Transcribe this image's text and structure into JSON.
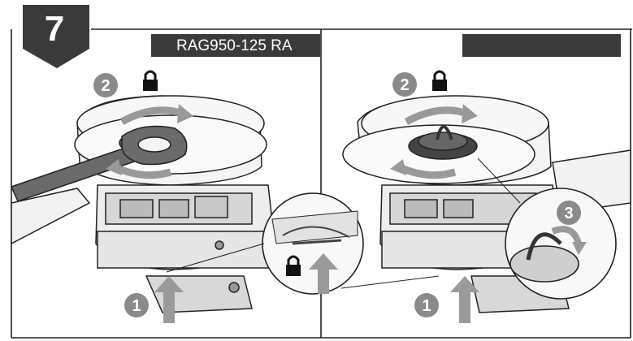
{
  "step": {
    "number": "7"
  },
  "left_panel": {
    "model_label": "RAG950-125 RA",
    "callouts": [
      "1",
      "2"
    ],
    "lock_icon": "lock-icon"
  },
  "right_panel": {
    "model_label": "",
    "callouts": [
      "1",
      "2",
      "3"
    ],
    "lock_icon": "lock-icon"
  },
  "colors": {
    "frame": "#222222",
    "badge": "#3a3a3a",
    "callout": "#8a8a8a",
    "arrow": "#9a9a9a"
  }
}
